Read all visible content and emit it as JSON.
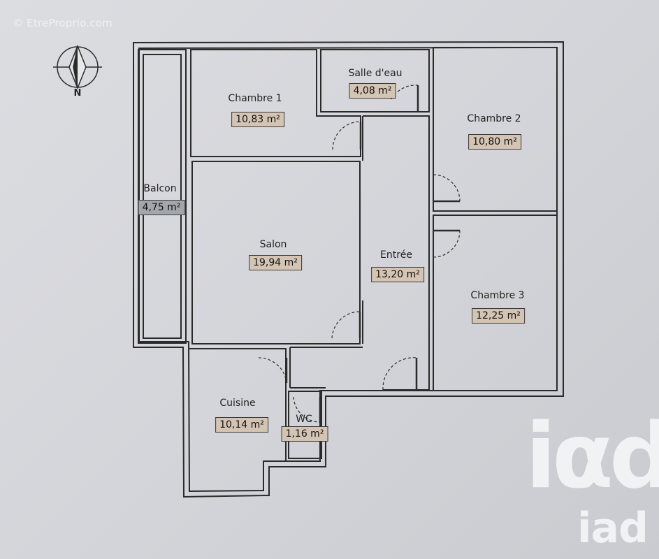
{
  "watermark": "© EtreProprio.com",
  "compass": {
    "label": "N"
  },
  "rooms": [
    {
      "name": "Balcon",
      "area": "4,75 m²"
    },
    {
      "name": "Chambre 1",
      "area": "10,83 m²"
    },
    {
      "name": "Salle d'eau",
      "area": "4,08 m²"
    },
    {
      "name": "Chambre 2",
      "area": "10,80 m²"
    },
    {
      "name": "Salon",
      "area": "19,94 m²"
    },
    {
      "name": "Entrée",
      "area": "13,20 m²"
    },
    {
      "name": "Chambre 3",
      "area": "12,25 m²"
    },
    {
      "name": "Cuisine",
      "area": "10,14 m²"
    },
    {
      "name": "WC",
      "area": "1,16 m²"
    }
  ],
  "logo": {
    "mark": "iad",
    "wordmark": "iad"
  },
  "colors": {
    "area_fill": "#d4c4b4",
    "balcony_fill": "#a3a7ad",
    "wall": "#2a2a2a"
  }
}
